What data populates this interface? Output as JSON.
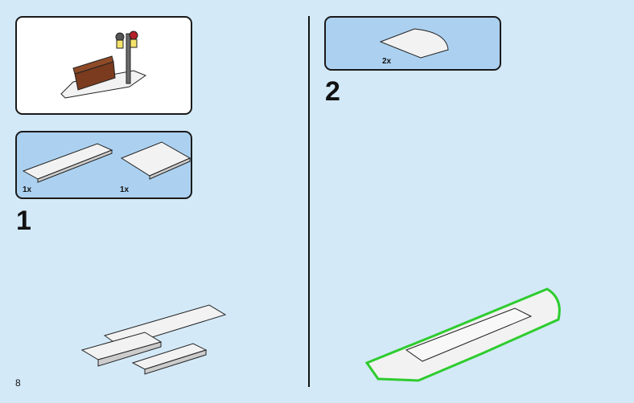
{
  "step1": {
    "number": "1",
    "parts": [
      {
        "qty": "1x",
        "icon": "plate-2x8-icon"
      },
      {
        "qty": "1x",
        "icon": "plate-4x6-icon"
      }
    ]
  },
  "step2": {
    "number": "2",
    "parts": [
      {
        "qty": "2x",
        "icon": "round-corner-plate-icon"
      }
    ]
  },
  "page_number": "8",
  "colors": {
    "page_background": "#d3e9f8",
    "parts_box": "#acd1f0",
    "new_part_outline": "#2ecc2e",
    "bench_wood": "#7a3b1e"
  }
}
